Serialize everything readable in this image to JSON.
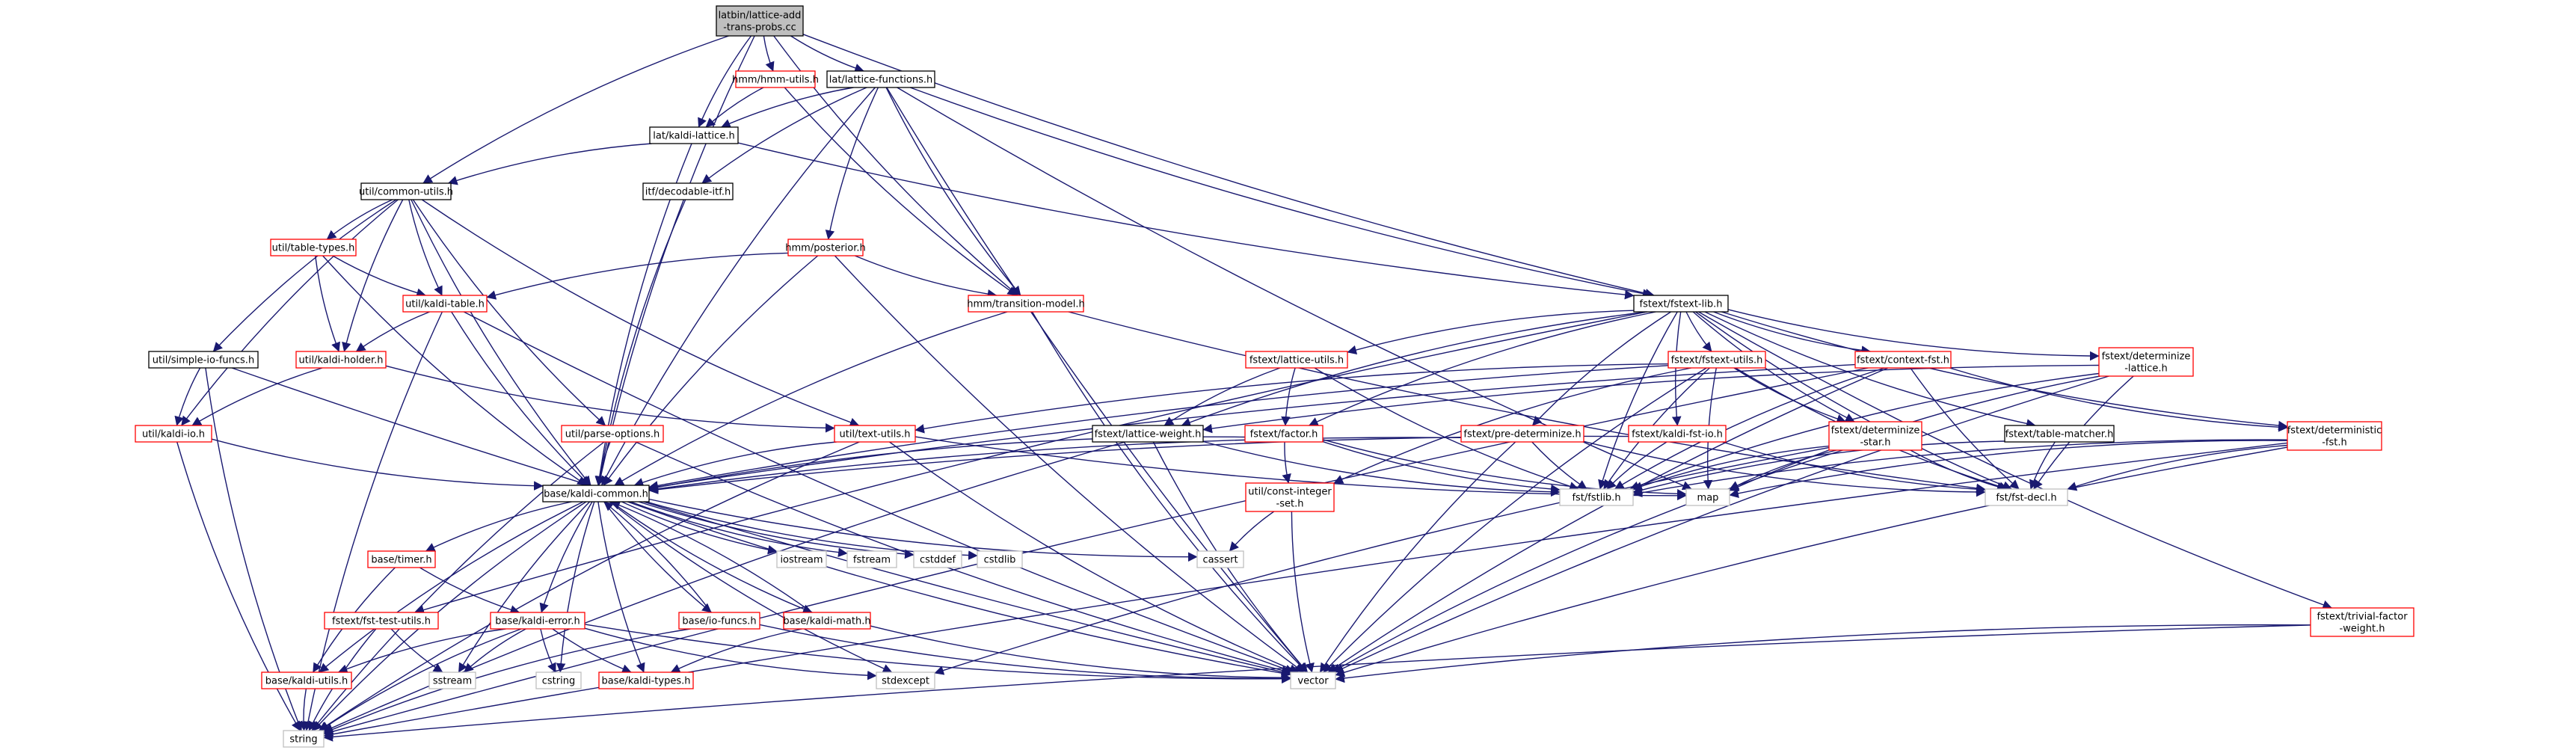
{
  "colors": {
    "edge": "#191970",
    "border_black": "#000000",
    "border_red": "#ff0000",
    "border_gray": "#bfbfbf",
    "root_fill": "#bfbfbf",
    "node_fill": "#ffffff",
    "text": "#000000"
  },
  "nodes": [
    {
      "id": "root",
      "lines": [
        "latbin/lattice-add",
        "-trans-probs.cc"
      ],
      "border": "root"
    },
    {
      "id": "hmm_utils",
      "lines": [
        "hmm/hmm-utils.h"
      ],
      "border": "red"
    },
    {
      "id": "lat_functions",
      "lines": [
        "lat/lattice-functions.h"
      ],
      "border": "black"
    },
    {
      "id": "kaldi_lattice",
      "lines": [
        "lat/kaldi-lattice.h"
      ],
      "border": "black"
    },
    {
      "id": "common_utils",
      "lines": [
        "util/common-utils.h"
      ],
      "border": "black"
    },
    {
      "id": "decodable_itf",
      "lines": [
        "itf/decodable-itf.h"
      ],
      "border": "black"
    },
    {
      "id": "posterior",
      "lines": [
        "hmm/posterior.h"
      ],
      "border": "red"
    },
    {
      "id": "table_types",
      "lines": [
        "util/table-types.h"
      ],
      "border": "red"
    },
    {
      "id": "kaldi_table",
      "lines": [
        "util/kaldi-table.h"
      ],
      "border": "red"
    },
    {
      "id": "transition_model",
      "lines": [
        "hmm/transition-model.h"
      ],
      "border": "red"
    },
    {
      "id": "fstext_lib",
      "lines": [
        "fstext/fstext-lib.h"
      ],
      "border": "black"
    },
    {
      "id": "kaldi_holder",
      "lines": [
        "util/kaldi-holder.h"
      ],
      "border": "red"
    },
    {
      "id": "simple_io",
      "lines": [
        "util/simple-io-funcs.h"
      ],
      "border": "black"
    },
    {
      "id": "lattice_utils",
      "lines": [
        "fstext/lattice-utils.h"
      ],
      "border": "red"
    },
    {
      "id": "fstext_utils",
      "lines": [
        "fstext/fstext-utils.h"
      ],
      "border": "red"
    },
    {
      "id": "context_fst",
      "lines": [
        "fstext/context-fst.h"
      ],
      "border": "red"
    },
    {
      "id": "determinize_lattice",
      "lines": [
        "fstext/determinize",
        "-lattice.h"
      ],
      "border": "red"
    },
    {
      "id": "kaldi_io",
      "lines": [
        "util/kaldi-io.h"
      ],
      "border": "red"
    },
    {
      "id": "parse_options",
      "lines": [
        "util/parse-options.h"
      ],
      "border": "red"
    },
    {
      "id": "text_utils",
      "lines": [
        "util/text-utils.h"
      ],
      "border": "red"
    },
    {
      "id": "lattice_weight",
      "lines": [
        "fstext/lattice-weight.h"
      ],
      "border": "black"
    },
    {
      "id": "factor",
      "lines": [
        "fstext/factor.h"
      ],
      "border": "red"
    },
    {
      "id": "pre_determinize",
      "lines": [
        "fstext/pre-determinize.h"
      ],
      "border": "red"
    },
    {
      "id": "kaldi_fst_io",
      "lines": [
        "fstext/kaldi-fst-io.h"
      ],
      "border": "red"
    },
    {
      "id": "determinize_star",
      "lines": [
        "fstext/determinize",
        "-star.h"
      ],
      "border": "red"
    },
    {
      "id": "table_matcher",
      "lines": [
        "fstext/table-matcher.h"
      ],
      "border": "black"
    },
    {
      "id": "deterministic_fst",
      "lines": [
        "fstext/deterministic",
        "-fst.h"
      ],
      "border": "red"
    },
    {
      "id": "kaldi_common",
      "lines": [
        "base/kaldi-common.h"
      ],
      "border": "black"
    },
    {
      "id": "const_integer_set",
      "lines": [
        "util/const-integer",
        "-set.h"
      ],
      "border": "red"
    },
    {
      "id": "fstlib",
      "lines": [
        "fst/fstlib.h"
      ],
      "border": "gray"
    },
    {
      "id": "map",
      "lines": [
        "map"
      ],
      "border": "gray"
    },
    {
      "id": "fst_decl",
      "lines": [
        "fst/fst-decl.h"
      ],
      "border": "gray"
    },
    {
      "id": "timer",
      "lines": [
        "base/timer.h"
      ],
      "border": "red"
    },
    {
      "id": "iostream",
      "lines": [
        "iostream"
      ],
      "border": "gray"
    },
    {
      "id": "fstream",
      "lines": [
        "fstream"
      ],
      "border": "gray"
    },
    {
      "id": "cstddef",
      "lines": [
        "cstddef"
      ],
      "border": "gray"
    },
    {
      "id": "cstdlib",
      "lines": [
        "cstdlib"
      ],
      "border": "gray"
    },
    {
      "id": "cassert",
      "lines": [
        "cassert"
      ],
      "border": "gray"
    },
    {
      "id": "fst_test_utils",
      "lines": [
        "fstext/fst-test-utils.h"
      ],
      "border": "red"
    },
    {
      "id": "kaldi_error",
      "lines": [
        "base/kaldi-error.h"
      ],
      "border": "red"
    },
    {
      "id": "io_funcs",
      "lines": [
        "base/io-funcs.h"
      ],
      "border": "red"
    },
    {
      "id": "kaldi_math",
      "lines": [
        "base/kaldi-math.h"
      ],
      "border": "red"
    },
    {
      "id": "trivial_factor_weight",
      "lines": [
        "fstext/trivial-factor",
        "-weight.h"
      ],
      "border": "red"
    },
    {
      "id": "kaldi_utils",
      "lines": [
        "base/kaldi-utils.h"
      ],
      "border": "red"
    },
    {
      "id": "sstream",
      "lines": [
        "sstream"
      ],
      "border": "gray"
    },
    {
      "id": "cstring",
      "lines": [
        "cstring"
      ],
      "border": "gray"
    },
    {
      "id": "kaldi_types",
      "lines": [
        "base/kaldi-types.h"
      ],
      "border": "red"
    },
    {
      "id": "stdexcept",
      "lines": [
        "stdexcept"
      ],
      "border": "gray"
    },
    {
      "id": "vector",
      "lines": [
        "vector"
      ],
      "border": "gray"
    },
    {
      "id": "string",
      "lines": [
        "string"
      ],
      "border": "gray"
    }
  ],
  "edges": [
    [
      "root",
      "hmm_utils"
    ],
    [
      "root",
      "lat_functions"
    ],
    [
      "root",
      "kaldi_lattice"
    ],
    [
      "root",
      "common_utils"
    ],
    [
      "root",
      "transition_model"
    ],
    [
      "root",
      "fstext_lib"
    ],
    [
      "root",
      "kaldi_common"
    ],
    [
      "hmm_utils",
      "kaldi_lattice"
    ],
    [
      "hmm_utils",
      "transition_model"
    ],
    [
      "lat_functions",
      "kaldi_lattice"
    ],
    [
      "lat_functions",
      "decodable_itf"
    ],
    [
      "lat_functions",
      "posterior"
    ],
    [
      "lat_functions",
      "transition_model"
    ],
    [
      "lat_functions",
      "fstext_lib"
    ],
    [
      "lat_functions",
      "kaldi_common"
    ],
    [
      "lat_functions",
      "map"
    ],
    [
      "lat_functions",
      "vector"
    ],
    [
      "kaldi_lattice",
      "common_utils"
    ],
    [
      "kaldi_lattice",
      "fstext_lib"
    ],
    [
      "kaldi_lattice",
      "kaldi_common"
    ],
    [
      "common_utils",
      "table_types"
    ],
    [
      "common_utils",
      "kaldi_table"
    ],
    [
      "common_utils",
      "kaldi_holder"
    ],
    [
      "common_utils",
      "simple_io"
    ],
    [
      "common_utils",
      "kaldi_io"
    ],
    [
      "common_utils",
      "parse_options"
    ],
    [
      "common_utils",
      "text_utils"
    ],
    [
      "common_utils",
      "kaldi_common"
    ],
    [
      "decodable_itf",
      "kaldi_common"
    ],
    [
      "posterior",
      "kaldi_table"
    ],
    [
      "posterior",
      "transition_model"
    ],
    [
      "posterior",
      "kaldi_common"
    ],
    [
      "posterior",
      "vector"
    ],
    [
      "table_types",
      "kaldi_table"
    ],
    [
      "table_types",
      "kaldi_holder"
    ],
    [
      "table_types",
      "kaldi_common"
    ],
    [
      "kaldi_table",
      "kaldi_holder"
    ],
    [
      "kaldi_table",
      "kaldi_common"
    ],
    [
      "kaldi_table",
      "string"
    ],
    [
      "kaldi_table",
      "vector"
    ],
    [
      "transition_model",
      "kaldi_common"
    ],
    [
      "transition_model",
      "fst_decl"
    ],
    [
      "transition_model",
      "vector"
    ],
    [
      "fstext_lib",
      "lattice_utils"
    ],
    [
      "fstext_lib",
      "fstext_utils"
    ],
    [
      "fstext_lib",
      "context_fst"
    ],
    [
      "fstext_lib",
      "determinize_lattice"
    ],
    [
      "fstext_lib",
      "lattice_weight"
    ],
    [
      "fstext_lib",
      "factor"
    ],
    [
      "fstext_lib",
      "pre_determinize"
    ],
    [
      "fstext_lib",
      "kaldi_fst_io"
    ],
    [
      "fstext_lib",
      "determinize_star"
    ],
    [
      "fstext_lib",
      "table_matcher"
    ],
    [
      "fstext_lib",
      "deterministic_fst"
    ],
    [
      "fstext_lib",
      "fst_test_utils"
    ],
    [
      "fstext_lib",
      "trivial_factor_weight"
    ],
    [
      "fstext_lib",
      "fstlib"
    ],
    [
      "fstext_lib",
      "fst_decl"
    ],
    [
      "kaldi_holder",
      "kaldi_io"
    ],
    [
      "kaldi_holder",
      "text_utils"
    ],
    [
      "simple_io",
      "kaldi_io"
    ],
    [
      "simple_io",
      "string"
    ],
    [
      "simple_io",
      "vector"
    ],
    [
      "lattice_utils",
      "lattice_weight"
    ],
    [
      "lattice_utils",
      "factor"
    ],
    [
      "lattice_utils",
      "fstlib"
    ],
    [
      "fstext_utils",
      "text_utils"
    ],
    [
      "fstext_utils",
      "const_integer_set"
    ],
    [
      "fstext_utils",
      "determinize_star"
    ],
    [
      "fstext_utils",
      "fstlib"
    ],
    [
      "fstext_utils",
      "map"
    ],
    [
      "fstext_utils",
      "fst_decl"
    ],
    [
      "fstext_utils",
      "vector"
    ],
    [
      "fstext_utils",
      "kaldi_common"
    ],
    [
      "context_fst",
      "fstlib"
    ],
    [
      "context_fst",
      "fst_decl"
    ],
    [
      "context_fst",
      "kaldi_common"
    ],
    [
      "context_fst",
      "deterministic_fst"
    ],
    [
      "context_fst",
      "string"
    ],
    [
      "context_fst",
      "vector"
    ],
    [
      "determinize_lattice",
      "lattice_weight"
    ],
    [
      "determinize_lattice",
      "fstlib"
    ],
    [
      "determinize_lattice",
      "map"
    ],
    [
      "determinize_lattice",
      "fst_decl"
    ],
    [
      "determinize_lattice",
      "vector"
    ],
    [
      "kaldi_io",
      "kaldi_common"
    ],
    [
      "kaldi_io",
      "string"
    ],
    [
      "parse_options",
      "kaldi_common"
    ],
    [
      "parse_options",
      "string"
    ],
    [
      "parse_options",
      "vector"
    ],
    [
      "text_utils",
      "kaldi_common"
    ],
    [
      "text_utils",
      "string"
    ],
    [
      "text_utils",
      "vector"
    ],
    [
      "text_utils",
      "map"
    ],
    [
      "lattice_weight",
      "fstlib"
    ],
    [
      "lattice_weight",
      "string"
    ],
    [
      "lattice_weight",
      "vector"
    ],
    [
      "factor",
      "const_integer_set"
    ],
    [
      "factor",
      "fstlib"
    ],
    [
      "factor",
      "map"
    ],
    [
      "factor",
      "kaldi_common"
    ],
    [
      "pre_determinize",
      "fstlib"
    ],
    [
      "pre_determinize",
      "fst_decl"
    ],
    [
      "pre_determinize",
      "kaldi_common"
    ],
    [
      "pre_determinize",
      "vector"
    ],
    [
      "kaldi_fst_io",
      "fstlib"
    ],
    [
      "kaldi_fst_io",
      "fst_decl"
    ],
    [
      "kaldi_fst_io",
      "kaldi_common"
    ],
    [
      "determinize_star",
      "fstlib"
    ],
    [
      "determinize_star",
      "map"
    ],
    [
      "determinize_star",
      "fst_decl"
    ],
    [
      "determinize_star",
      "vector"
    ],
    [
      "determinize_star",
      "stdexcept"
    ],
    [
      "table_matcher",
      "fstlib"
    ],
    [
      "table_matcher",
      "fst_decl"
    ],
    [
      "deterministic_fst",
      "fstlib"
    ],
    [
      "deterministic_fst",
      "map"
    ],
    [
      "deterministic_fst",
      "fst_decl"
    ],
    [
      "deterministic_fst",
      "vector"
    ],
    [
      "deterministic_fst",
      "string"
    ],
    [
      "kaldi_common",
      "timer"
    ],
    [
      "kaldi_common",
      "iostream"
    ],
    [
      "kaldi_common",
      "fstream"
    ],
    [
      "kaldi_common",
      "cstddef"
    ],
    [
      "kaldi_common",
      "cstdlib"
    ],
    [
      "kaldi_common",
      "cassert"
    ],
    [
      "kaldi_common",
      "kaldi_error"
    ],
    [
      "kaldi_common",
      "io_funcs"
    ],
    [
      "kaldi_common",
      "kaldi_math"
    ],
    [
      "kaldi_common",
      "kaldi_utils"
    ],
    [
      "kaldi_common",
      "sstream"
    ],
    [
      "kaldi_common",
      "cstring"
    ],
    [
      "kaldi_common",
      "kaldi_types"
    ],
    [
      "kaldi_common",
      "stdexcept"
    ],
    [
      "kaldi_common",
      "vector"
    ],
    [
      "kaldi_common",
      "string"
    ],
    [
      "const_integer_set",
      "cassert"
    ],
    [
      "const_integer_set",
      "vector"
    ],
    [
      "timer",
      "kaldi_error"
    ],
    [
      "timer",
      "kaldi_utils"
    ],
    [
      "fst_test_utils",
      "sstream"
    ],
    [
      "fst_test_utils",
      "string"
    ],
    [
      "kaldi_error",
      "kaldi_utils"
    ],
    [
      "kaldi_error",
      "sstream"
    ],
    [
      "kaldi_error",
      "cstring"
    ],
    [
      "kaldi_error",
      "kaldi_types"
    ],
    [
      "kaldi_error",
      "stdexcept"
    ],
    [
      "kaldi_error",
      "vector"
    ],
    [
      "kaldi_error",
      "string"
    ],
    [
      "io_funcs",
      "kaldi_common"
    ],
    [
      "io_funcs",
      "string"
    ],
    [
      "io_funcs",
      "vector"
    ],
    [
      "kaldi_math",
      "kaldi_common"
    ],
    [
      "kaldi_math",
      "kaldi_types"
    ],
    [
      "kaldi_math",
      "vector"
    ],
    [
      "trivial_factor_weight",
      "vector"
    ],
    [
      "trivial_factor_weight",
      "string"
    ],
    [
      "kaldi_utils",
      "string"
    ]
  ]
}
